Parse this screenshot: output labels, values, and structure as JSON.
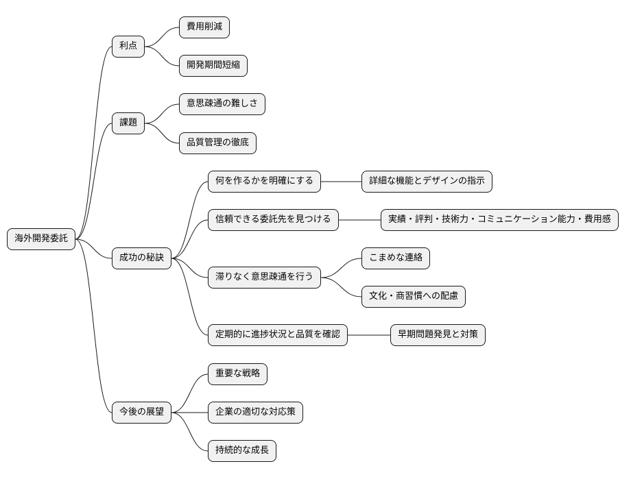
{
  "root": {
    "label": "海外開発委託",
    "branches": [
      {
        "label": "利点",
        "children": [
          {
            "label": "費用削減"
          },
          {
            "label": "開発期間短縮"
          }
        ]
      },
      {
        "label": "課題",
        "children": [
          {
            "label": "意思疎通の難しさ"
          },
          {
            "label": "品質管理の徹底"
          }
        ]
      },
      {
        "label": "成功の秘訣",
        "children": [
          {
            "label": "何を作るかを明確にする",
            "children": [
              {
                "label": "詳細な機能とデザインの指示"
              }
            ]
          },
          {
            "label": "信頼できる委託先を見つける",
            "children": [
              {
                "label": "実績・評判・技術力・コミュニケーション能力・費用感"
              }
            ]
          },
          {
            "label": "滞りなく意思疎通を行う",
            "children": [
              {
                "label": "こまめな連絡"
              },
              {
                "label": "文化・商習慣への配慮"
              }
            ]
          },
          {
            "label": "定期的に進捗状況と品質を確認",
            "children": [
              {
                "label": "早期問題発見と対策"
              }
            ]
          }
        ]
      },
      {
        "label": "今後の展望",
        "children": [
          {
            "label": "重要な戦略"
          },
          {
            "label": "企業の適切な対応策"
          },
          {
            "label": "持続的な成長"
          }
        ]
      }
    ]
  }
}
